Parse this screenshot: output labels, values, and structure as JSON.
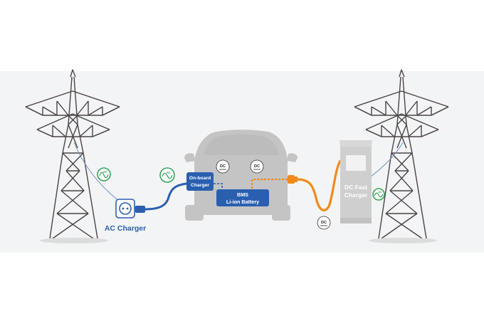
{
  "labels": {
    "ac_charger": "AC Charger",
    "onboard_line1": "On-board",
    "onboard_line2": "Charger",
    "bms_line1": "BMS",
    "bms_line2": "Li-ion Battery",
    "dc_fast_line1": "DC Fast",
    "dc_fast_line2": "Charger"
  },
  "badges": {
    "ac": "AC",
    "dc": "DC"
  },
  "colors": {
    "background_band": "#f3f4f5",
    "tower": "#4a4446",
    "ac_blue": "#2a5fb0",
    "dc_orange": "#f08a1c",
    "car_grey": "#c4c4c5",
    "charger_grey": "#cfcfcf",
    "sine_green": "#3aa35a"
  },
  "icons": [
    "ac-sine-icon",
    "dc-badge-icon",
    "power-socket-icon",
    "plug-icon"
  ]
}
